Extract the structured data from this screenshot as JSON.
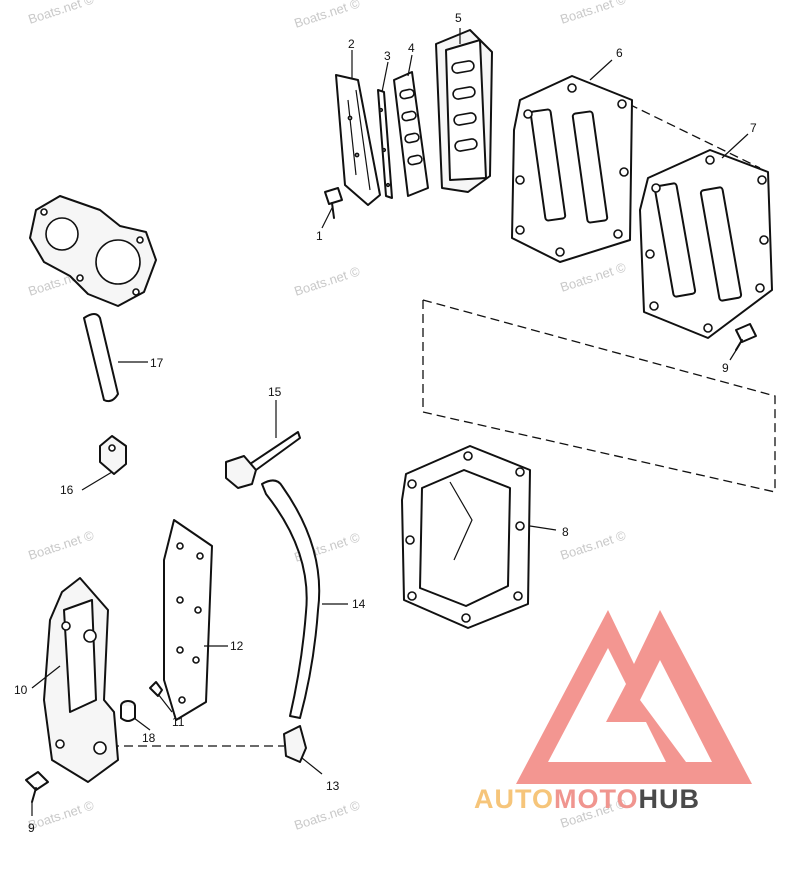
{
  "callouts": {
    "c1": "1",
    "c2": "2",
    "c3": "3",
    "c4": "4",
    "c5": "5",
    "c6": "6",
    "c7": "7",
    "c8": "8",
    "c9a": "9",
    "c9b": "9",
    "c10": "10",
    "c11": "11",
    "c12": "12",
    "c13": "13",
    "c14": "14",
    "c15": "15",
    "c16": "16",
    "c17": "17",
    "c18": "18"
  },
  "watermark": "Boats.net ©",
  "logo": {
    "part1": "AUTO",
    "part2": "MOTO",
    "part3": "HUB",
    "colors": {
      "auto": "#f6c57a",
      "moto": "#f0958f",
      "hub": "#4a4a4a",
      "triangle": "#f28b85"
    }
  }
}
